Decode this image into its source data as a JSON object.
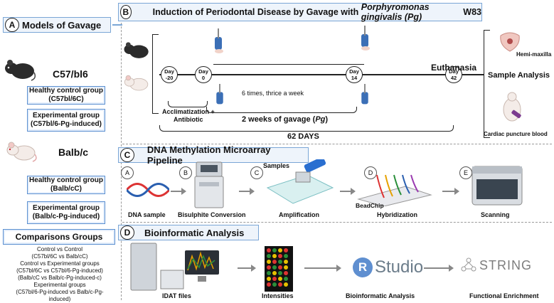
{
  "panelA": {
    "badge": "A",
    "title": "Models of Gavage",
    "strain1": "C57/bl6",
    "group1": {
      "line1": "Healthy control group",
      "line2": "(C57bl/6C)"
    },
    "group2": {
      "line1": "Experimental group",
      "line2": "(C57bl/6-Pg-induced)"
    },
    "strain2": "Balb/c",
    "group3": {
      "line1": "Healthy control group",
      "line2": "(Balb/cC)"
    },
    "group4": {
      "line1": "Experimental group",
      "line2": "(Balb/c-Pg-induced)"
    },
    "comparisons_title": "Comparisons Groups",
    "comparisons": [
      "Control vs Control",
      "(C57bl/6C vs Balb/cC)",
      "Control vs Experimental groups",
      "(C57bl/6C vs C57bl/6-Pg-induced)",
      "(Balb/cC vs Balb/c-Pg-induced-c)",
      "Experimental groups",
      "(C57bl/6-Pg-induced vs Balb/c-Pg-",
      "induced)"
    ]
  },
  "panelB": {
    "badge": "B",
    "title_pre": "Induction of Periodontal Disease by Gavage with ",
    "title_italic": "Porphyromonas gingivalis (Pg)",
    "title_post": " W83",
    "days": [
      {
        "l1": "Day",
        "l2": "-20"
      },
      {
        "l1": "Day",
        "l2": "0"
      },
      {
        "l1": "Day",
        "l2": "14"
      },
      {
        "l1": "Day",
        "l2": "42"
      }
    ],
    "freq": "6 times, thrice a week",
    "acclim1": "Acclimatization +",
    "acclim2": "Antibiotic",
    "gavage_pre": "2 weeks of gavage (",
    "gavage_italic": "Pg",
    "gavage_post": ")",
    "total": "62 DAYS",
    "euthanasia": "Euthanasia",
    "sample_analysis": "Sample Analysis",
    "hemimaxilla": "Hemi-maxilla",
    "cardiac": "Cardiac puncture blood"
  },
  "panelC": {
    "badge": "C",
    "title": "DNA Methylation Microarray Pipeline",
    "steps": [
      {
        "letter": "A",
        "label": "DNA sample"
      },
      {
        "letter": "B",
        "label": "Bisulphite Conversion"
      },
      {
        "letter": "C",
        "label": "Amplification"
      },
      {
        "letter": "D",
        "label": "Hybridization"
      },
      {
        "letter": "E",
        "label": "Scanning"
      }
    ],
    "samples": "Samples",
    "beadchip": "BeadChip"
  },
  "panelD": {
    "badge": "D",
    "title": "Bioinformatic Analysis",
    "steps": [
      "IDAT files",
      "Intensities",
      "Bioinformatic Analysis",
      "Functional Enrichment"
    ],
    "rstudio_r": "R",
    "rstudio_text": "Studio",
    "string": "STRING"
  },
  "colors": {
    "box_border": "#5b8fd0",
    "header_fill": "#eef4fb",
    "arrow": "#888888"
  }
}
